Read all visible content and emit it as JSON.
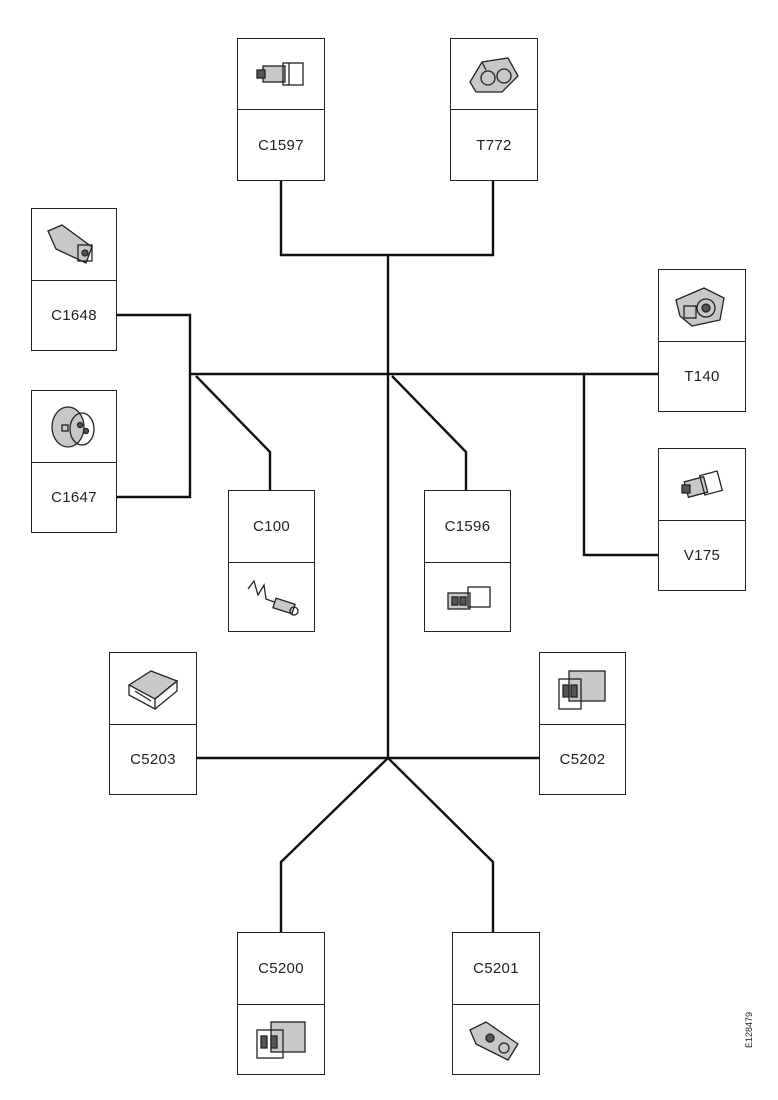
{
  "connectors": [
    {
      "id": "c1597",
      "label": "C1597",
      "icon": "inline-connector-icon"
    },
    {
      "id": "t772",
      "label": "T772",
      "icon": "multi-connector-icon"
    },
    {
      "id": "c1648",
      "label": "C1648",
      "icon": "angled-connector-icon"
    },
    {
      "id": "c1647",
      "label": "C1647",
      "icon": "round-connector-icon"
    },
    {
      "id": "c100",
      "label": "C100",
      "icon": "ring-terminal-icon"
    },
    {
      "id": "c1596",
      "label": "C1596",
      "icon": "inline-connector-icon"
    },
    {
      "id": "t140",
      "label": "T140",
      "icon": "multi-connector-icon"
    },
    {
      "id": "v175",
      "label": "V175",
      "icon": "inline-connector-icon"
    },
    {
      "id": "c5203",
      "label": "C5203",
      "icon": "flat-connector-icon"
    },
    {
      "id": "c5202",
      "label": "C5202",
      "icon": "block-connector-icon"
    },
    {
      "id": "c5200",
      "label": "C5200",
      "icon": "block-connector-icon"
    },
    {
      "id": "c5201",
      "label": "C5201",
      "icon": "angled-connector-icon"
    }
  ],
  "document_id": "E128479"
}
